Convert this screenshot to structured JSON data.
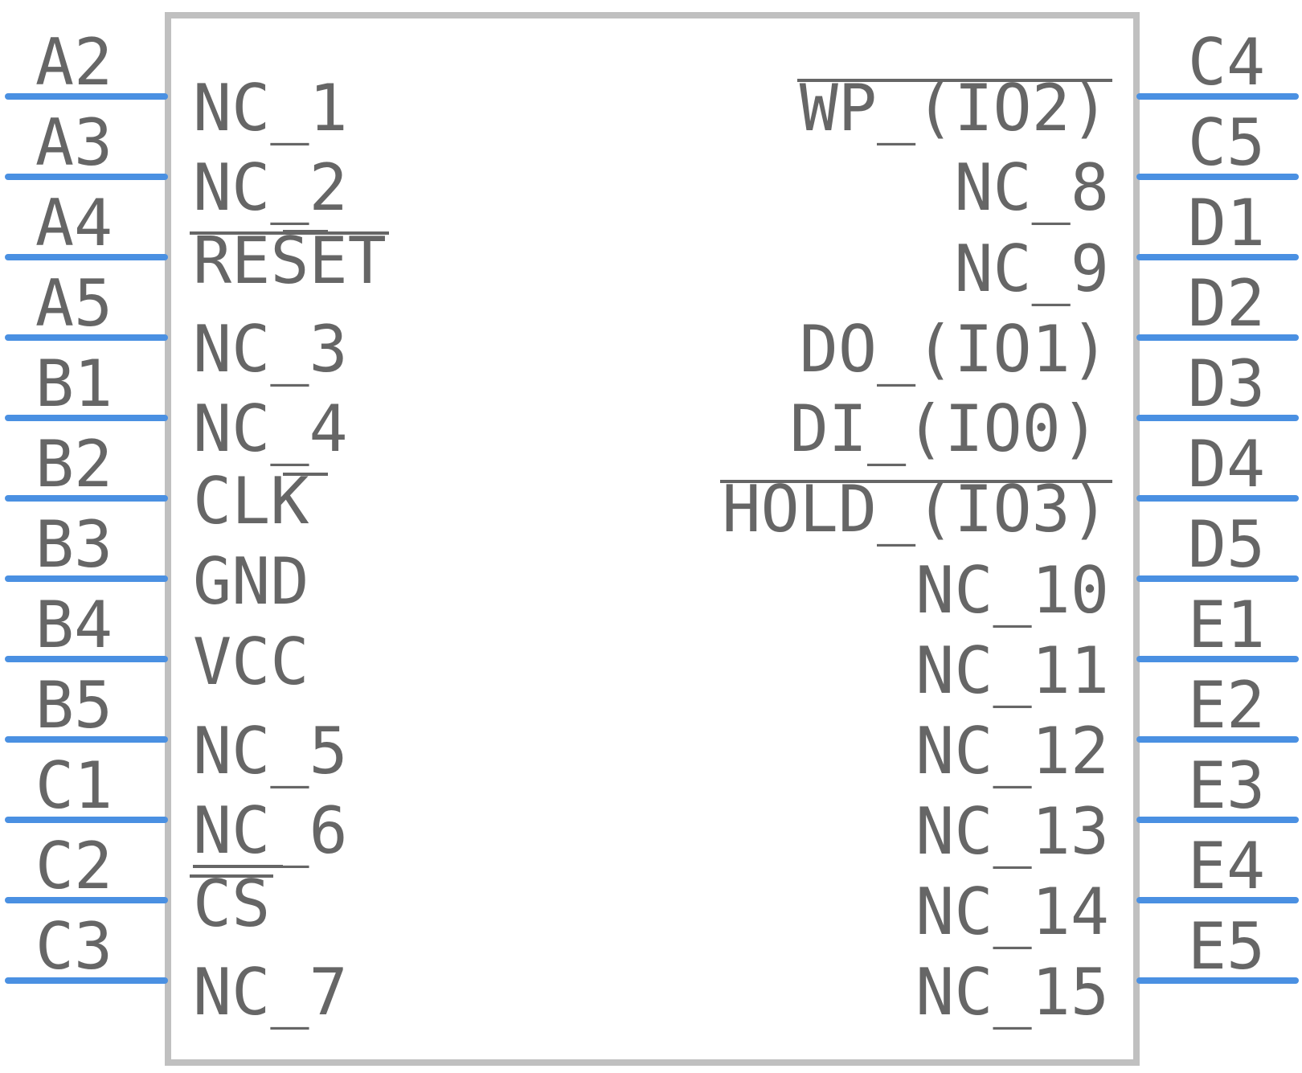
{
  "colors": {
    "body_outline": "#c0c0c0",
    "pin_line": "#4a90e2",
    "text": "#666666",
    "overline": "#666666"
  },
  "left_pins": [
    {
      "number": "A2",
      "name": "NC_1",
      "inverted": false
    },
    {
      "number": "A3",
      "name": "NC_2",
      "inverted": false
    },
    {
      "number": "A4",
      "name": "RESET",
      "inverted": true
    },
    {
      "number": "A5",
      "name": "NC_3",
      "inverted": false
    },
    {
      "number": "B1",
      "name": "NC_4",
      "inverted": false
    },
    {
      "number": "B2",
      "name": "CLK",
      "inverted": false
    },
    {
      "number": "B3",
      "name": "GND",
      "inverted": false
    },
    {
      "number": "B4",
      "name": "VCC",
      "inverted": false
    },
    {
      "number": "B5",
      "name": "NC_5",
      "inverted": false
    },
    {
      "number": "C1",
      "name": "NC_6",
      "inverted": false
    },
    {
      "number": "C2",
      "name": "CS",
      "inverted": true
    },
    {
      "number": "C3",
      "name": "NC_7",
      "inverted": false
    }
  ],
  "right_pins": [
    {
      "number": "C4",
      "name": "WP_(IO2)",
      "inverted": true
    },
    {
      "number": "C5",
      "name": "NC_8",
      "inverted": false
    },
    {
      "number": "D1",
      "name": "NC_9",
      "inverted": false
    },
    {
      "number": "D2",
      "name": "DO_(IO1)",
      "inverted": false
    },
    {
      "number": "D3",
      "name": "DI_(IO0)",
      "inverted": false
    },
    {
      "number": "D4",
      "name": "HOLD_(IO3)",
      "inverted": true
    },
    {
      "number": "D5",
      "name": "NC_10",
      "inverted": false
    },
    {
      "number": "E1",
      "name": "NC_11",
      "inverted": false
    },
    {
      "number": "E2",
      "name": "NC_12",
      "inverted": false
    },
    {
      "number": "E3",
      "name": "NC_13",
      "inverted": false
    },
    {
      "number": "E4",
      "name": "NC_14",
      "inverted": false
    },
    {
      "number": "E5",
      "name": "NC_15",
      "inverted": false
    }
  ]
}
